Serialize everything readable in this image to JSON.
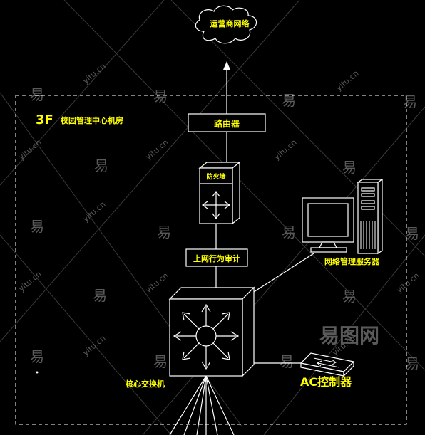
{
  "labels": {
    "cloud": "运营商网络",
    "floor": "3F",
    "room": "校园管理中心机房",
    "router": "路由器",
    "firewall": "防火墙",
    "audit": "上网行为审计",
    "server": "网络管理服务器",
    "core_switch": "核心交换机",
    "ac_controller": "AC控制器"
  },
  "watermark": {
    "site": "yitu.cn",
    "char": "易",
    "brand": "易图网"
  },
  "colors": {
    "background": "#000000",
    "line": "#ffffff",
    "label": "#ffff00",
    "watermark": "#5a5a5a"
  }
}
